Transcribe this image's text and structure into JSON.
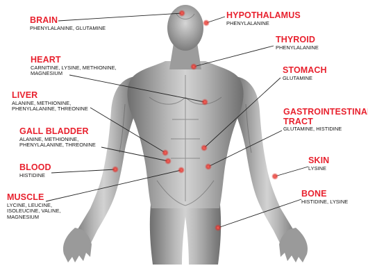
{
  "colors": {
    "title": "#e8212e",
    "text": "#111111",
    "line": "#222222",
    "dot": "#d9322f"
  },
  "labels": {
    "brain": {
      "title": "BRAIN",
      "lines": [
        "PHENYLALANINE, GLUTAMINE"
      ]
    },
    "hypothalamus": {
      "title": "HYPOTHALAMUS",
      "lines": [
        "PHENYLALANINE"
      ]
    },
    "thyroid": {
      "title": "THYROID",
      "lines": [
        "PHENYLALANINE"
      ]
    },
    "heart": {
      "title": "HEART",
      "lines": [
        "CARNITINE, LYSINE, METHIONINE,",
        "MAGNESIUM"
      ]
    },
    "stomach": {
      "title": "STOMACH",
      "lines": [
        "GLUTAMINE"
      ]
    },
    "liver": {
      "title": "LIVER",
      "lines": [
        "ALANINE, METHIONINE,",
        "PHENYLALANINE, THREONINE"
      ]
    },
    "gi": {
      "title_lines": [
        "GASTROINTESTINAL",
        "TRACT"
      ],
      "lines": [
        "GLUTAMINE, HISTIDINE"
      ]
    },
    "gallbladder": {
      "title": "GALL BLADDER",
      "lines": [
        "ALANINE, METHIONINE,",
        "PHENYLALANINE, THREONINE"
      ]
    },
    "skin": {
      "title": "SKIN",
      "lines": [
        "LYSINE"
      ]
    },
    "blood": {
      "title": "BLOOD",
      "lines": [
        "HISTIDINE"
      ]
    },
    "bone": {
      "title": "BONE",
      "lines": [
        "HISTIDINE, LYSINE"
      ]
    },
    "muscle": {
      "title": "MUSCLE",
      "lines": [
        "LYCINE, LEUCINE,",
        "ISOLEUCINE, VALINE,",
        "MAGNESIUM"
      ]
    }
  }
}
